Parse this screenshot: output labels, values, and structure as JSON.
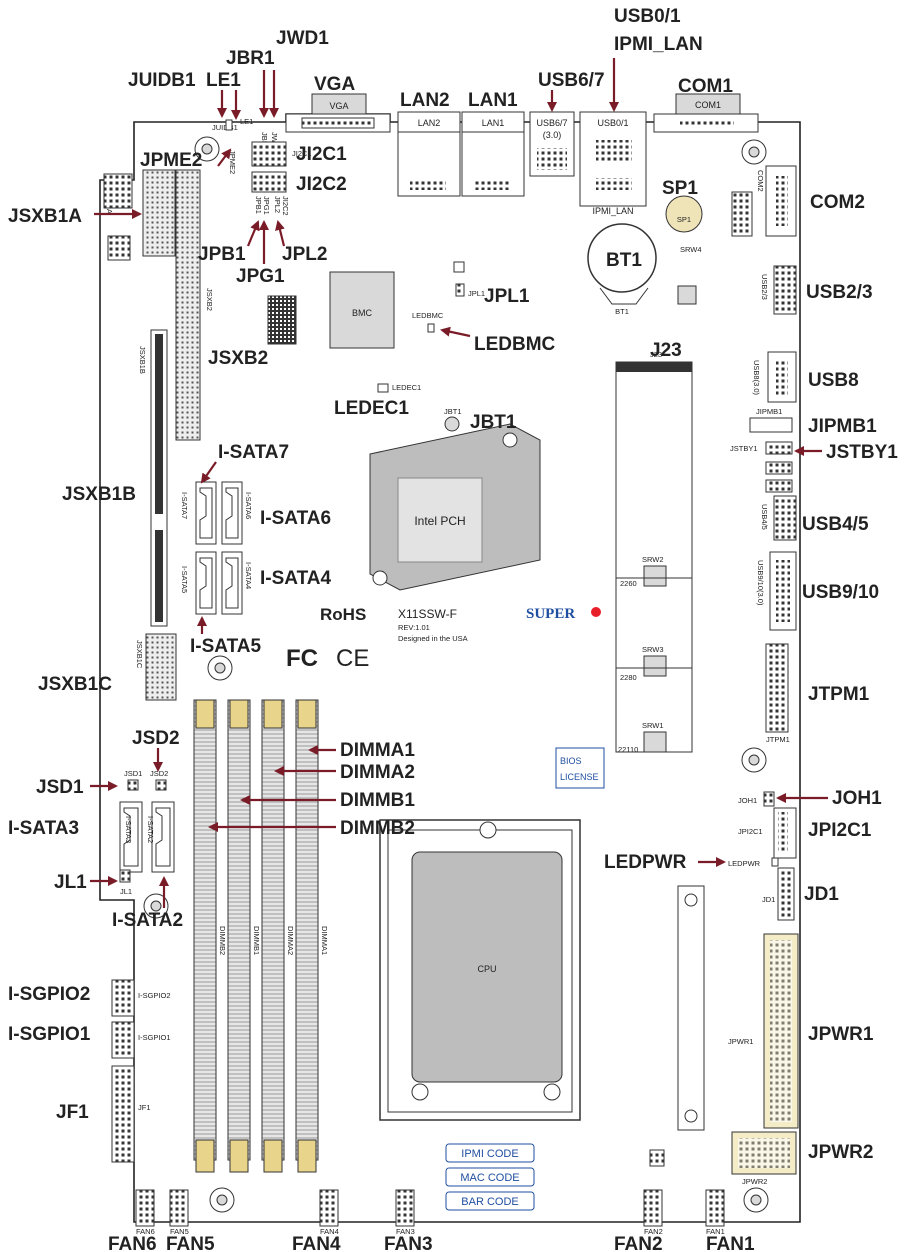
{
  "colors": {
    "arrow": "#7a1c28",
    "board_outline": "#222222",
    "supermicro_blue": "#1f4fa0",
    "supermicro_red": "#e8202a",
    "heatsink": "#bdbdbd",
    "dimm_gold": "#e8d48a"
  },
  "callouts": {
    "jbr1": "JBR1",
    "jwd1": "JWD1",
    "juidb1": "JUIDB1",
    "le1": "LE1",
    "vga": "VGA",
    "lan2": "LAN2",
    "lan1": "LAN1",
    "usb01": "USB0/1",
    "ipmi_lan": "IPMI_LAN",
    "usb67": "USB6/7",
    "com1": "COM1",
    "jpme2": "JPME2",
    "ji2c1": "JI2C1",
    "ji2c2": "JI2C2",
    "sp1": "SP1",
    "com2": "COM2",
    "jsxb1a": "JSXB1A",
    "jpb1": "JPB1",
    "jpl2": "JPL2",
    "jpg1": "JPG1",
    "bt1": "BT1",
    "jpl1": "JPL1",
    "usb23": "USB2/3",
    "jsxb2": "JSXB2",
    "ledbmc": "LEDBMC",
    "j23": "J23",
    "usb8": "USB8",
    "ledec1": "LEDEC1",
    "jbt1": "JBT1",
    "jipmb1": "JIPMB1",
    "jstby1": "JSTBY1",
    "isata7": "I-SATA7",
    "jsxb1b": "JSXB1B",
    "isata6": "I-SATA6",
    "usb45": "USB4/5",
    "isata4": "I-SATA4",
    "usb910": "USB9/10",
    "isata5": "I-SATA5",
    "jsxb1c": "JSXB1C",
    "jtpm1": "JTPM1",
    "jsd2": "JSD2",
    "dimma1": "DIMMA1",
    "dimma2": "DIMMA2",
    "jsd1": "JSD1",
    "dimmb1": "DIMMB1",
    "joh1": "JOH1",
    "isata3": "I-SATA3",
    "dimmb2": "DIMMB2",
    "jpi2c1": "JPI2C1",
    "ledpwr": "LEDPWR",
    "jl1": "JL1",
    "jd1": "JD1",
    "isata2": "I-SATA2",
    "isgpio2": "I-SGPIO2",
    "jpwr1": "JPWR1",
    "isgpio1": "I-SGPIO1",
    "jf1": "JF1",
    "jpwr2": "JPWR2",
    "fan6": "FAN6",
    "fan5": "FAN5",
    "fan4": "FAN4",
    "fan3": "FAN3",
    "fan2": "FAN2",
    "fan1": "FAN1"
  },
  "silkscreen": {
    "vga": "VGA",
    "lan2": "LAN2",
    "lan1": "LAN1",
    "usb67": "USB6/7",
    "usb67_sub": "(3.0)",
    "usb01": "USB0/1",
    "com1": "COM1",
    "juidb1": "JUIDB1",
    "le1": "LE1",
    "jwd1": "JWD1",
    "jbr1": "JBR1",
    "jpme2": "JPME2",
    "ji2c1": "JI2C1",
    "jpb1": "JPB1",
    "jpg1": "JPG1",
    "jpl2": "JPL2",
    "ji2c2": "JI2C2",
    "ipmi_lan": "IPMI_LAN",
    "sp1": "SP1",
    "bt1": "BT1",
    "com2": "COM2",
    "jsxb1a": "JSXB1A",
    "jsxb2": "JSXB2",
    "jsxb1b": "JSXB1B",
    "bmc": "BMC",
    "jpl1": "JPL1",
    "srw4": "SRW4",
    "usb23": "USB2/3",
    "ledbmc": "LEDBMC",
    "ledec1": "LEDEC1",
    "jbt1": "JBT1",
    "j23": "J23",
    "usb8": "USB8(3.0)",
    "jipmb1": "JIPMB1",
    "jstby1": "JSTBY1",
    "usb45": "USB4/5",
    "intel_pch": "Intel PCH",
    "isata7": "I-SATA7",
    "isata6": "I-SATA6",
    "isata5": "I-SATA5",
    "isata4": "I-SATA4",
    "srw2": "SRW2",
    "m2_2260": "2260",
    "usb910": "USB9/10(3.0)",
    "rohs": "RoHS",
    "model": "X11SSW-F",
    "rev": "REV:1.01",
    "designed": "Designed in the USA",
    "supermicro": "SUPER",
    "srw3": "SRW3",
    "m2_2280": "2280",
    "fcc": "FC",
    "ce": "CE",
    "jsxb1c": "JSXB1C",
    "jtpm1": "JTPM1",
    "srw1": "SRW1",
    "m2_22110": "22110",
    "bios": "BIOS",
    "license": "LICENSE",
    "jsd1": "JSD1",
    "jsd2": "JSD2",
    "isata3": "I-SATA3",
    "isata2": "I-SATA2",
    "joh1": "JOH1",
    "jpi2c1": "JPI2C1",
    "ledpwr": "LEDPWR",
    "jl1": "JL1",
    "jd1": "JD1",
    "cpu": "CPU",
    "dimmb2": "DIMMB2",
    "dimmb1": "DIMMB1",
    "dimma2": "DIMMA2",
    "dimma1": "DIMMA1",
    "isgpio2": "I-SGPIO2",
    "isgpio1": "I-SGPIO1",
    "jpwr1": "JPWR1",
    "jf1": "JF1",
    "ipmi_code": "IPMI CODE",
    "mac_code": "MAC CODE",
    "bar_code": "BAR CODE",
    "jpwr2": "JPWR2",
    "fan6": "FAN6",
    "fan5": "FAN5",
    "fan4": "FAN4",
    "fan3": "FAN3",
    "fan2": "FAN2",
    "fan1": "FAN1"
  }
}
